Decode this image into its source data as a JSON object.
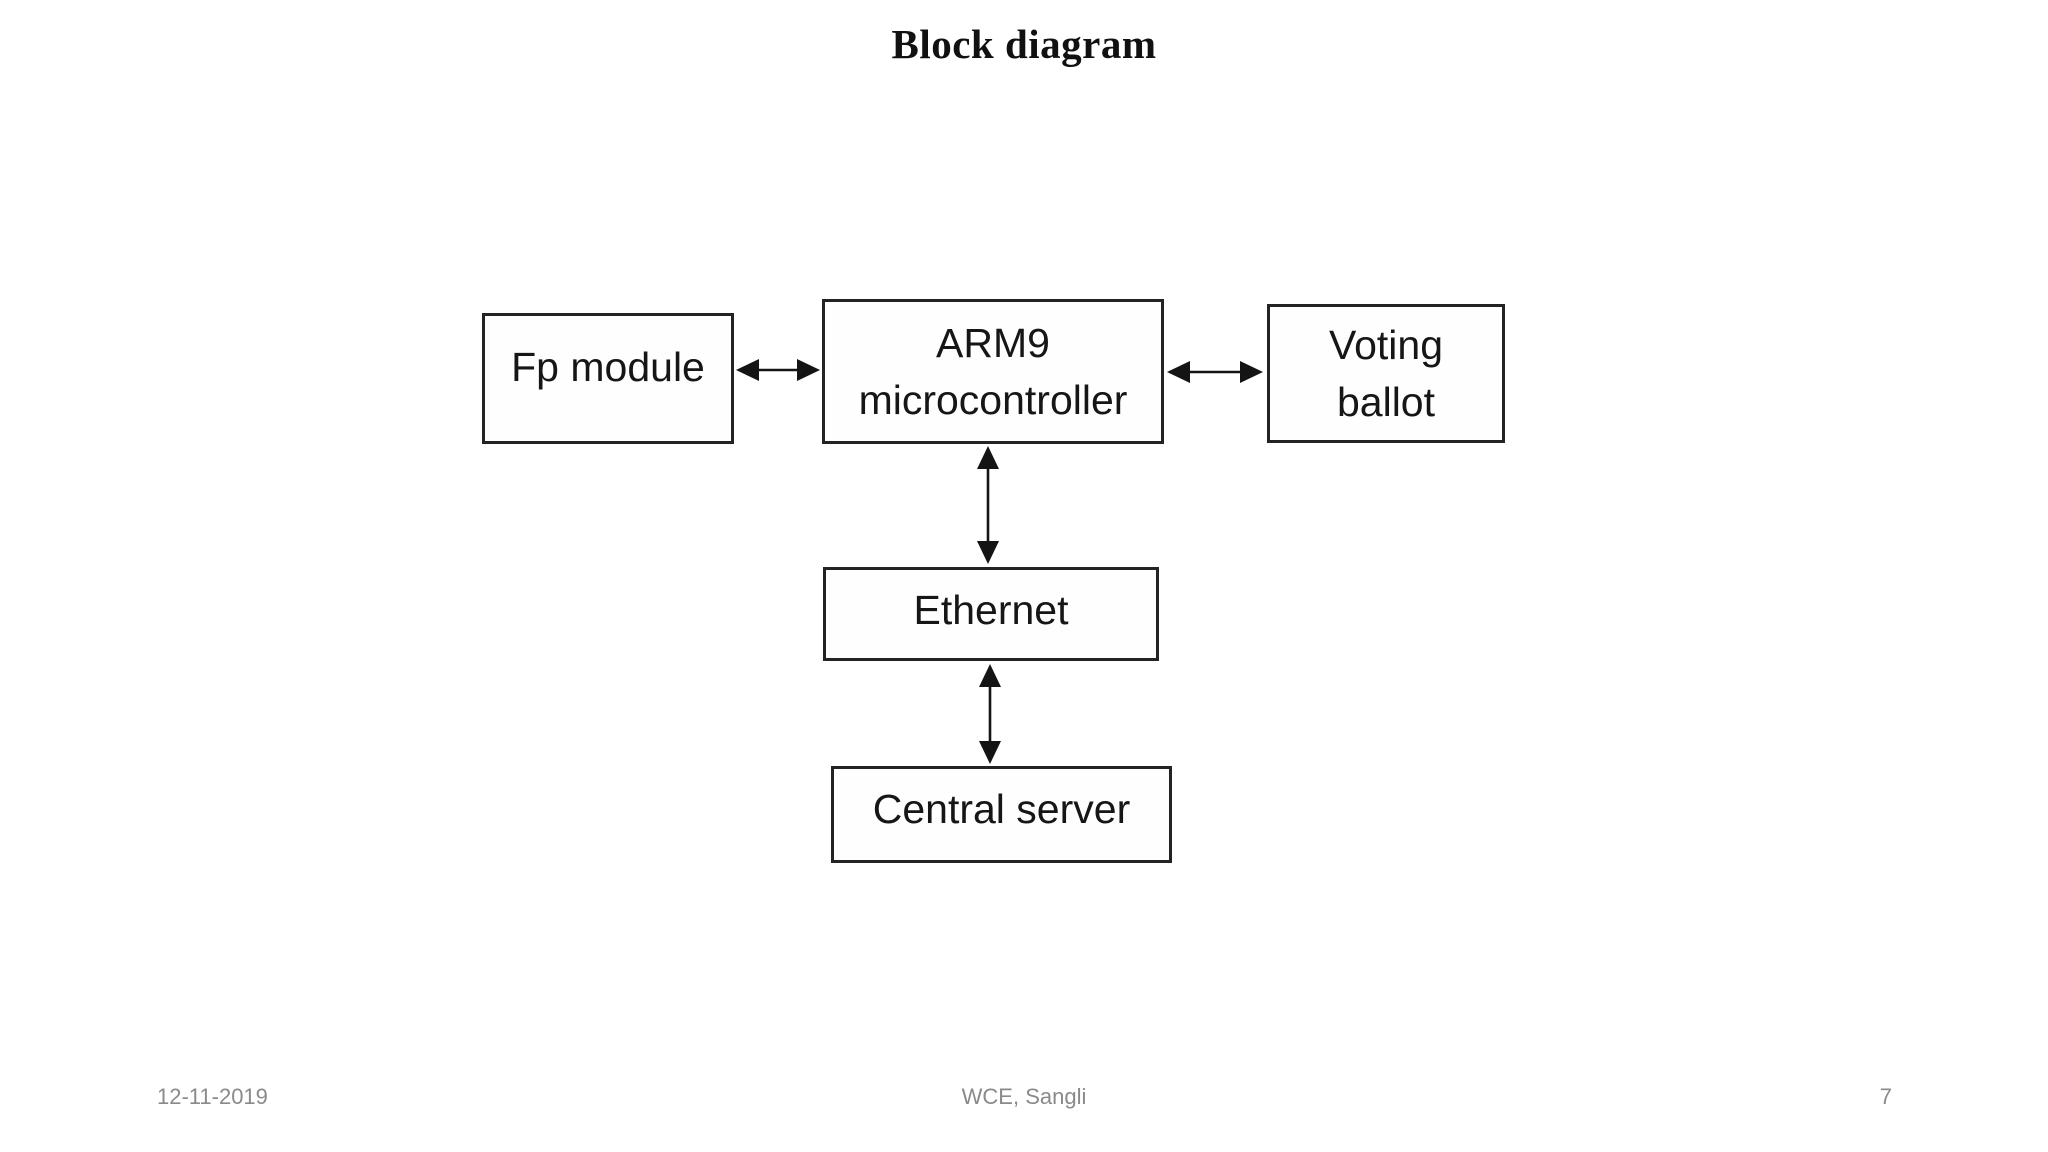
{
  "slide": {
    "title": "Block diagram",
    "diagram": {
      "blocks": {
        "fp_module": {
          "label": "Fp module",
          "lines": [
            "Fp module"
          ]
        },
        "arm9": {
          "label": "ARM9 microcontroller",
          "lines": [
            "ARM9",
            "microcontroller"
          ]
        },
        "voting_ballot": {
          "label": "Voting ballot",
          "lines": [
            "Voting",
            "ballot"
          ]
        },
        "ethernet": {
          "label": "Ethernet",
          "lines": [
            "Ethernet"
          ]
        },
        "central_server": {
          "label": "Central server",
          "lines": [
            "Central server"
          ]
        }
      },
      "connections": [
        {
          "from": "fp_module",
          "to": "arm9",
          "type": "bidirectional",
          "orientation": "horizontal"
        },
        {
          "from": "arm9",
          "to": "voting_ballot",
          "type": "bidirectional",
          "orientation": "horizontal"
        },
        {
          "from": "arm9",
          "to": "ethernet",
          "type": "bidirectional",
          "orientation": "vertical"
        },
        {
          "from": "ethernet",
          "to": "central_server",
          "type": "bidirectional",
          "orientation": "vertical"
        }
      ]
    },
    "footer": {
      "date": "12-11-2019",
      "venue": "WCE, Sangli",
      "page_number": "7"
    },
    "colors": {
      "background": "#ffffff",
      "box_border": "#232323",
      "box_fill": "#fefefe",
      "box_text": "#161616",
      "arrow": "#141414",
      "title_text": "#111111",
      "footer_text": "#8a8a8a"
    }
  }
}
